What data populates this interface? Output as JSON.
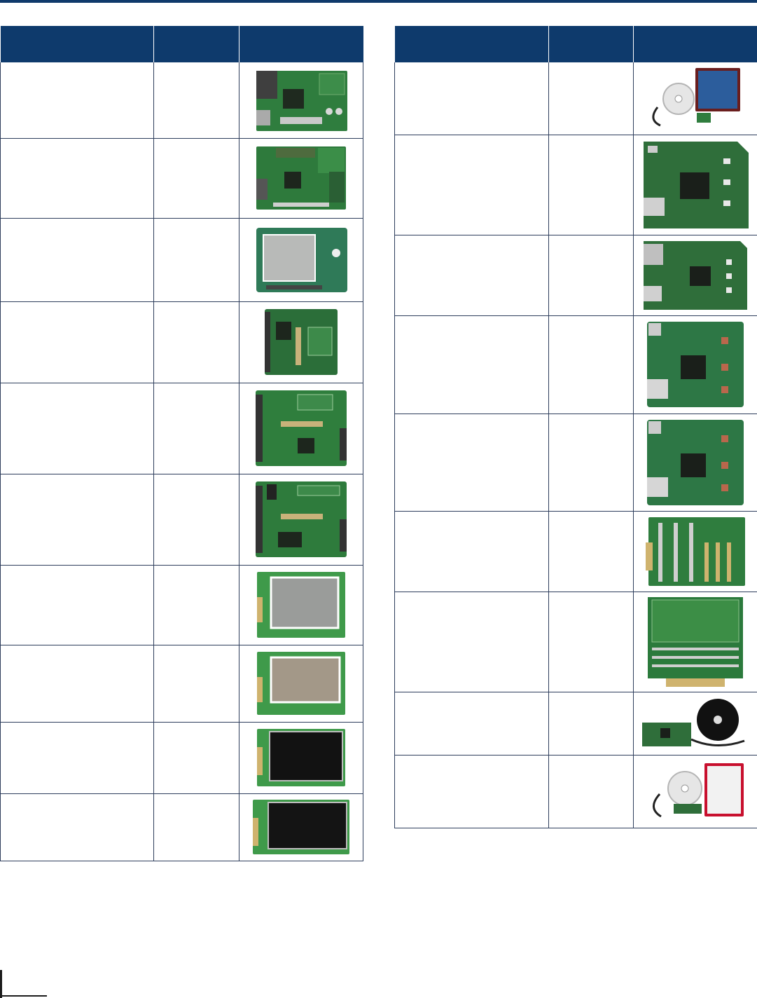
{
  "colors": {
    "header_blue": "#0e3a6c",
    "board_green": "#2f7d3e",
    "grid_line": "#2d3d5c"
  },
  "left_table": {
    "header_cells": [
      "",
      "",
      ""
    ],
    "rows": [
      {
        "image": "explorer-development-board-image",
        "screen": "none"
      },
      {
        "image": "development-board-with-lcd-image",
        "screen": "none"
      },
      {
        "image": "lcd-touch-display-board-image",
        "screen": "grey"
      },
      {
        "image": "graphics-controller-board-image",
        "screen": "none"
      },
      {
        "image": "graphics-pictail-board-image",
        "screen": "none"
      },
      {
        "image": "graphics-pictail-plus-board-image",
        "screen": "none"
      },
      {
        "image": "display-board-3-2in-image",
        "screen": "grey"
      },
      {
        "image": "display-board-tan-image",
        "screen": "tan"
      },
      {
        "image": "display-board-dark-4-3in-image",
        "screen": "black"
      },
      {
        "image": "display-board-dark-wide-image",
        "screen": "black"
      }
    ]
  },
  "right_table": {
    "header_cells": [
      "",
      "",
      ""
    ],
    "rows": [
      {
        "image": "starter-kit-with-cd-and-box-image"
      },
      {
        "image": "usb-starter-kit-ii-board-image"
      },
      {
        "image": "ethernet-starter-kit-board-image"
      },
      {
        "image": "usb-starter-kit-iii-board-image"
      },
      {
        "image": "usb-starter-kit-iii-board-variant-image"
      },
      {
        "image": "io-expansion-board-image"
      },
      {
        "image": "prototype-expansion-board-image"
      },
      {
        "image": "mplab-starter-kit-with-cd-image"
      },
      {
        "image": "starter-kit-for-pic24f-box-image"
      }
    ]
  }
}
